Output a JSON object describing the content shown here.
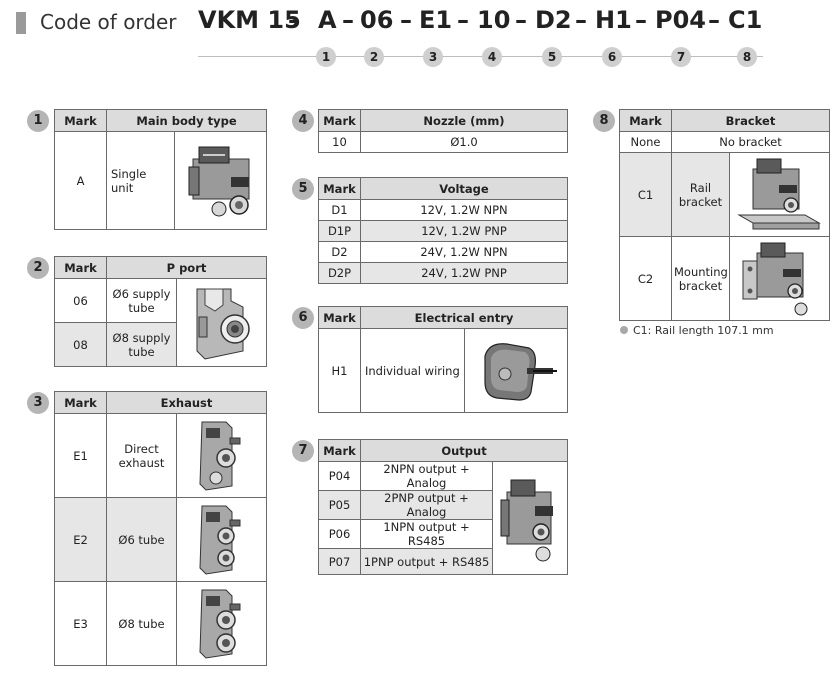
{
  "header": {
    "title": "Code of order",
    "code_parts": [
      "VKM 15",
      "–",
      "A",
      "–",
      "06",
      "–",
      "E1",
      "–",
      "10",
      "–",
      "D2",
      "–",
      "H1",
      "–",
      "P04",
      "–",
      "C1"
    ],
    "position_numbers": [
      "1",
      "2",
      "3",
      "4",
      "5",
      "6",
      "7",
      "8"
    ]
  },
  "sections": {
    "s1": {
      "badge": "1",
      "col_mark": "Mark",
      "col_title": "Main body type",
      "rows": [
        {
          "mark": "A",
          "desc": "Single unit",
          "icon": "valve-unit-icon"
        }
      ]
    },
    "s2": {
      "badge": "2",
      "col_mark": "Mark",
      "col_title": "P port",
      "rows": [
        {
          "mark": "06",
          "desc": "Ø6 supply tube"
        },
        {
          "mark": "08",
          "desc": "Ø8 supply tube"
        }
      ],
      "icon": "p-port-icon"
    },
    "s3": {
      "badge": "3",
      "col_mark": "Mark",
      "col_title": "Exhaust",
      "rows": [
        {
          "mark": "E1",
          "desc": "Direct exhaust",
          "icon": "exhaust-direct-icon"
        },
        {
          "mark": "E2",
          "desc": "Ø6 tube",
          "icon": "exhaust-tube-icon"
        },
        {
          "mark": "E3",
          "desc": "Ø8 tube",
          "icon": "exhaust-tube-icon"
        }
      ]
    },
    "s4": {
      "badge": "4",
      "col_mark": "Mark",
      "col_title": "Nozzle (mm)",
      "rows": [
        {
          "mark": "10",
          "value": "Ø1.0"
        }
      ]
    },
    "s5": {
      "badge": "5",
      "col_mark": "Mark",
      "col_title": "Voltage",
      "rows": [
        {
          "mark": "D1",
          "value": "12V, 1.2W NPN"
        },
        {
          "mark": "D1P",
          "value": "12V, 1.2W PNP"
        },
        {
          "mark": "D2",
          "value": "24V, 1.2W NPN"
        },
        {
          "mark": "D2P",
          "value": "24V, 1.2W PNP"
        }
      ]
    },
    "s6": {
      "badge": "6",
      "col_mark": "Mark",
      "col_title": "Electrical entry",
      "rows": [
        {
          "mark": "H1",
          "desc": "Individual wiring",
          "icon": "connector-icon"
        }
      ]
    },
    "s7": {
      "badge": "7",
      "col_mark": "Mark",
      "col_title": "Output",
      "rows": [
        {
          "mark": "P04",
          "value": "2NPN output + Analog"
        },
        {
          "mark": "P05",
          "value": "2PNP output + Analog"
        },
        {
          "mark": "P06",
          "value": "1NPN output + RS485"
        },
        {
          "mark": "P07",
          "value": "1PNP output + RS485"
        }
      ],
      "icon": "valve-unit-icon"
    },
    "s8": {
      "badge": "8",
      "col_mark": "Mark",
      "col_title": "Bracket",
      "rows": [
        {
          "mark": "None",
          "desc": "No bracket"
        },
        {
          "mark": "C1",
          "desc": "Rail bracket",
          "icon": "rail-bracket-icon"
        },
        {
          "mark": "C2",
          "desc": "Mounting bracket",
          "icon": "mounting-bracket-icon"
        }
      ],
      "note": "C1: Rail length 107.1 mm"
    }
  },
  "colors": {
    "header_fill": "#dcdcdc",
    "shade_fill": "#e6e6e6",
    "badge_fill": "#b5b5b5",
    "border": "#6a6a6a"
  }
}
